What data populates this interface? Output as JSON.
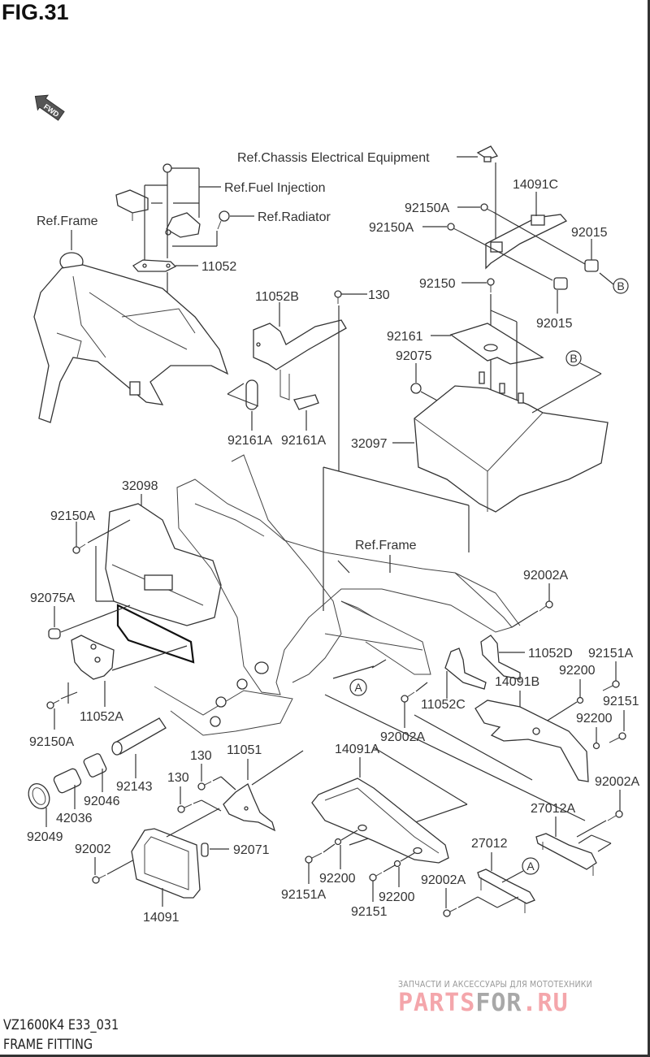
{
  "figure": {
    "title": "FIG.31",
    "fwd_label": "FWD",
    "model_code": "VZ1600K4 E33_031",
    "section_title": "FRAME FITTING"
  },
  "references": {
    "chassis_electrical": "Ref.Chassis Electrical Equipment",
    "fuel_injection": "Ref.Fuel Injection",
    "radiator": "Ref.Radiator",
    "frame_top": "Ref.Frame",
    "frame_mid": "Ref.Frame"
  },
  "callouts": {
    "A": "A",
    "B": "B"
  },
  "parts": {
    "p14091C": "14091C",
    "p92150A_1": "92150A",
    "p92150A_2": "92150A",
    "p92015_1": "92015",
    "p92150": "92150",
    "p92015_2": "92015",
    "p11052": "11052",
    "p11052B": "11052B",
    "p130_top": "130",
    "p92161": "92161",
    "p92075": "92075",
    "p92161A_1": "92161A",
    "p92161A_2": "92161A",
    "p32097": "32097",
    "p32098": "32098",
    "p92150A_3": "92150A",
    "p92075A": "92075A",
    "p11052A": "11052A",
    "p92150A_4": "92150A",
    "p92002A_1": "92002A",
    "p11052D": "11052D",
    "p92151A_1": "92151A",
    "p92200_1": "92200",
    "p14091B": "14091B",
    "p92151_1": "92151",
    "p92200_2": "92200",
    "p11052C": "11052C",
    "p92002A_2": "92002A",
    "p92002A_3": "92002A",
    "p14091A": "14091A",
    "p92143": "92143",
    "p130_a": "130",
    "p130_b": "130",
    "p11051": "11051",
    "p92046": "92046",
    "p42036": "42036",
    "p92049": "92049",
    "p92002": "92002",
    "p92071": "92071",
    "p14091": "14091",
    "p27012A": "27012A",
    "p27012": "27012",
    "p92002A_4": "92002A",
    "p92151A_2": "92151A",
    "p92200_3": "92200",
    "p92200_4": "92200",
    "p92151_2": "92151"
  },
  "watermark": {
    "tagline": "ЗАПЧАСТИ И АКСЕССУАРЫ ДЛЯ МОТОТЕХНИКИ",
    "brand_part1": "PARTS",
    "brand_part2": "FOR",
    "brand_part3": ".RU",
    "colors": {
      "pink": "#f4a6ab",
      "grey": "#a8a8a8"
    }
  }
}
